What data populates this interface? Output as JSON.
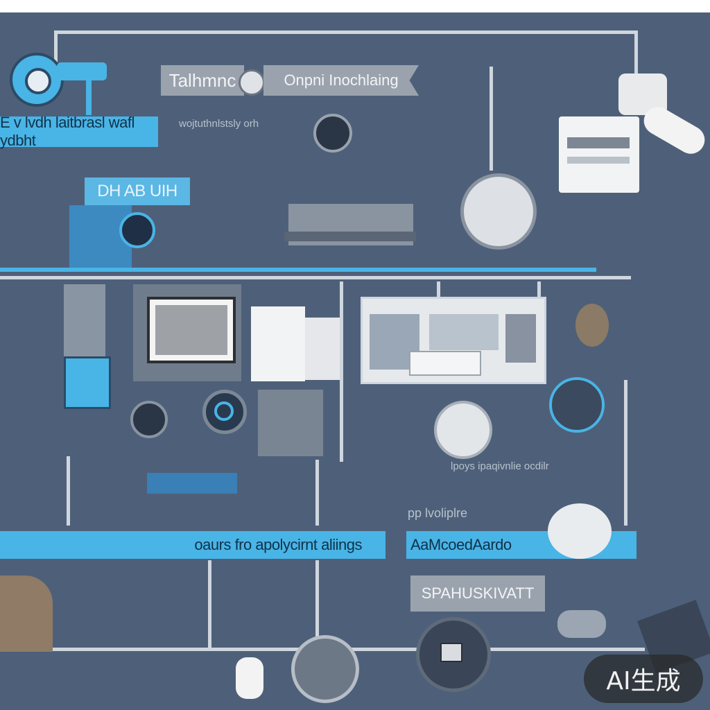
{
  "labels": {
    "top_banner": "Talhmnc",
    "top_banner_right": "Onpni Inochlaing",
    "left_blue_tag": "E v lvdh laitbrasl wafl ydbht",
    "caption_small": "wojtuthnlstsly orh",
    "db_tag": "DH AB UIH",
    "bottom_blue_left": "oaurs fro apolycirnt aliings",
    "bottom_blue_right": "AaMcoedAardo",
    "bottom_grey": "SPAHUSKIVATT",
    "mid_caption_right": "lpoys ipaqivnlie ocdilr",
    "mid_caption_small": "pp lvoliplre"
  },
  "badge": {
    "text": "AI生成"
  },
  "colors": {
    "background": "#4e6079",
    "accent_blue": "#49b4e6",
    "pipe": "#cfd6df",
    "label_grey": "#9aa3ad"
  },
  "icons": [
    "webcam-icon",
    "gear-icon",
    "document-icon",
    "monitor-icon",
    "printer-icon",
    "hand-icon",
    "envelope-icon",
    "globe-icon",
    "chip-icon"
  ]
}
